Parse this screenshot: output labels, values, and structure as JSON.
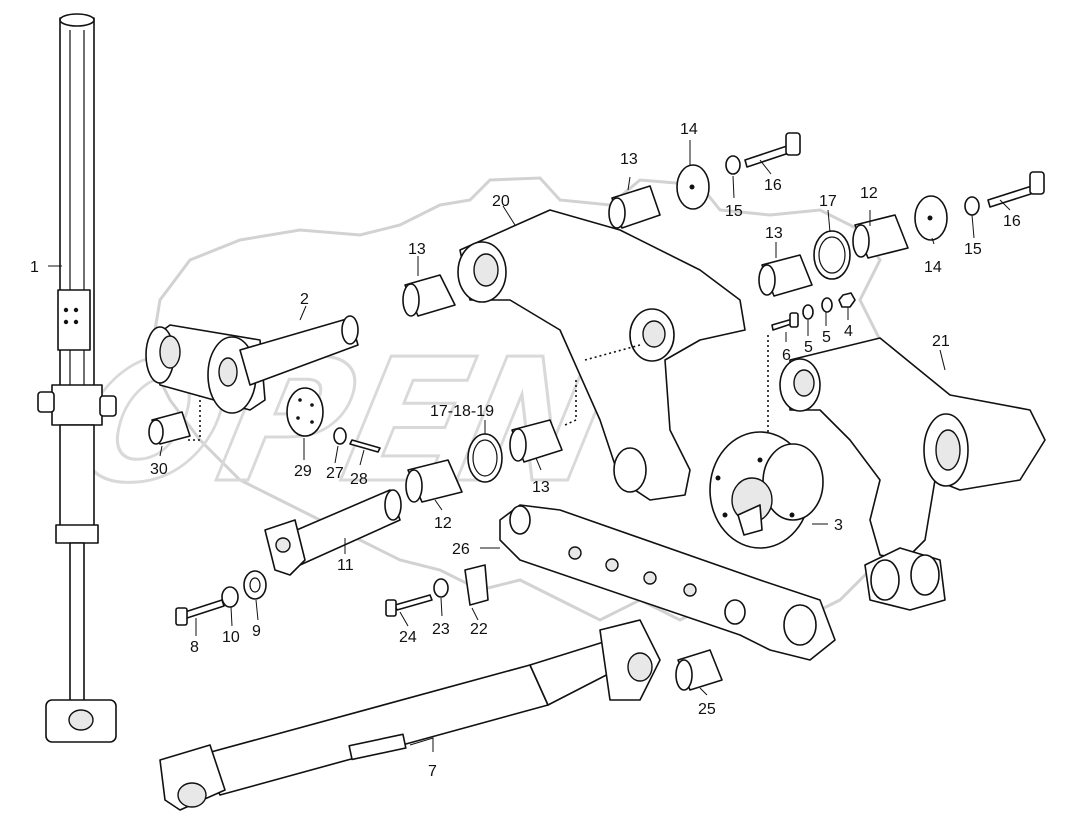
{
  "watermark": {
    "text": "OPEN",
    "color": "#d9d9d9"
  },
  "callouts": {
    "c1": "1",
    "c2": "2",
    "c3": "3",
    "c4": "4",
    "c5a": "5",
    "c5b": "5",
    "c6": "6",
    "c7": "7",
    "c8": "8",
    "c9": "9",
    "c10": "10",
    "c11": "11",
    "c12a": "12",
    "c12b": "12",
    "c13a": "13",
    "c13b": "13",
    "c13c": "13",
    "c13d": "13",
    "c14a": "14",
    "c14b": "14",
    "c15a": "15",
    "c15b": "15",
    "c16a": "16",
    "c16b": "16",
    "c17": "17",
    "c171819": "17-18-19",
    "c20": "20",
    "c21": "21",
    "c22": "22",
    "c23": "23",
    "c24": "24",
    "c25": "25",
    "c26": "26",
    "c27": "27",
    "c28": "28",
    "c29": "29",
    "c30": "30"
  }
}
